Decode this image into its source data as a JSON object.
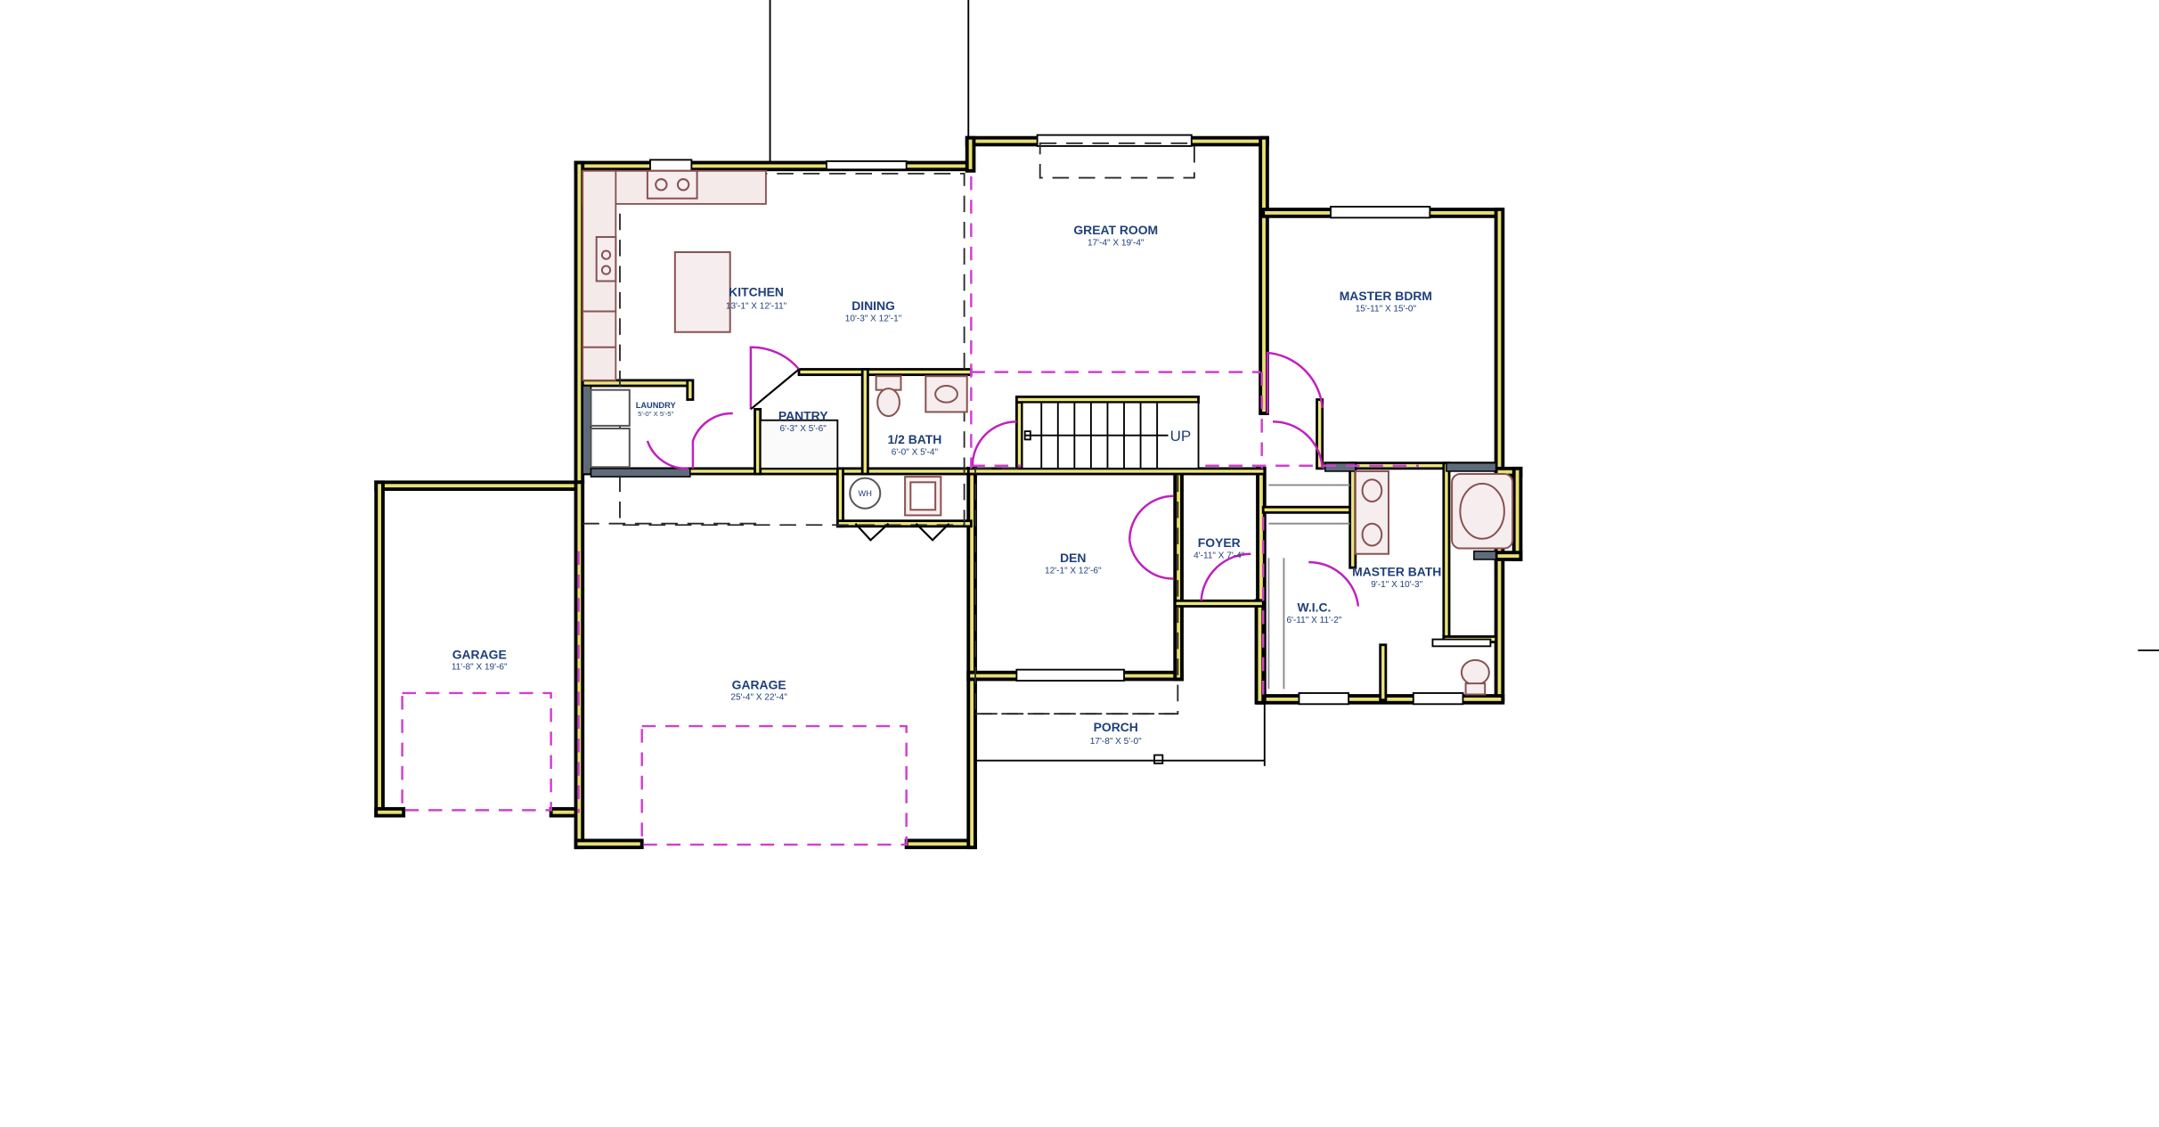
{
  "rooms": {
    "kitchen": {
      "name": "KITCHEN",
      "dims": "13'-1\" X 12'-11\""
    },
    "dining": {
      "name": "DINING",
      "dims": "10'-3\" X 12'-1\""
    },
    "great_room": {
      "name": "GREAT ROOM",
      "dims": "17'-4\" X 19'-4\""
    },
    "master_bdrm": {
      "name": "MASTER BDRM",
      "dims": "15'-11\" X 15'-0\""
    },
    "laundry": {
      "name": "LAUNDRY",
      "dims": "5'-0\" X 5'-5\""
    },
    "pantry": {
      "name": "PANTRY",
      "dims": "6'-3\" X 5'-6\""
    },
    "half_bath": {
      "name": "1/2 BATH",
      "dims": "6'-0\" X 5'-4\""
    },
    "den": {
      "name": "DEN",
      "dims": "12'-1\" X 12'-6\""
    },
    "foyer": {
      "name": "FOYER",
      "dims": "4'-11\" X 7'-4\""
    },
    "master_bath": {
      "name": "MASTER BATH",
      "dims": "9'-1\" X 10'-3\""
    },
    "wic": {
      "name": "W.I.C.",
      "dims": "6'-11\" X 11'-2\""
    },
    "garage_left": {
      "name": "GARAGE",
      "dims": "11'-8\" X 19'-6\""
    },
    "garage_main": {
      "name": "GARAGE",
      "dims": "25'-4\" X 22'-4\""
    },
    "porch": {
      "name": "PORCH",
      "dims": "17'-8\" X 5'-0\""
    }
  },
  "fixtures": {
    "water_heater": "WH",
    "stairs_direction": "UP"
  },
  "colors": {
    "wall_fill": "#e8e070",
    "label_text": "#1f3f7a",
    "dashed_magenta": "#d040d0",
    "fixture_outline": "#8a5252"
  }
}
